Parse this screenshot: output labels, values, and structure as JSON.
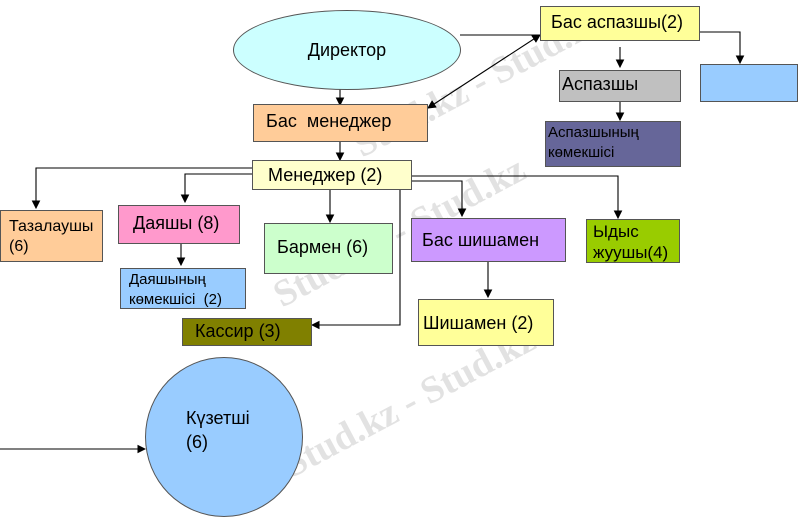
{
  "watermark": "Stud.kz - Stud.kz",
  "nodes": {
    "director": "Директор",
    "head_chef": "Бас аспазшы(2)",
    "chef": "Аспазшы",
    "chef_helper": "Аспазшының көмекшісі",
    "head_manager": "Бас  менеджер",
    "manager": "Менеджер (2)",
    "cleaner": "Тазалаушы (6)",
    "waiter": "Даяшы (8)",
    "barman": "Бармен (6)",
    "head_hookah": "Бас шишамен",
    "dishwasher": "Ыдыс жуушы(4)",
    "waiter_helper": "Даяшының көмекшісі  (2)",
    "cashier": "Кассир (3)",
    "hookah": "Шишамен (2)",
    "guard": "Күзетші (6)"
  }
}
